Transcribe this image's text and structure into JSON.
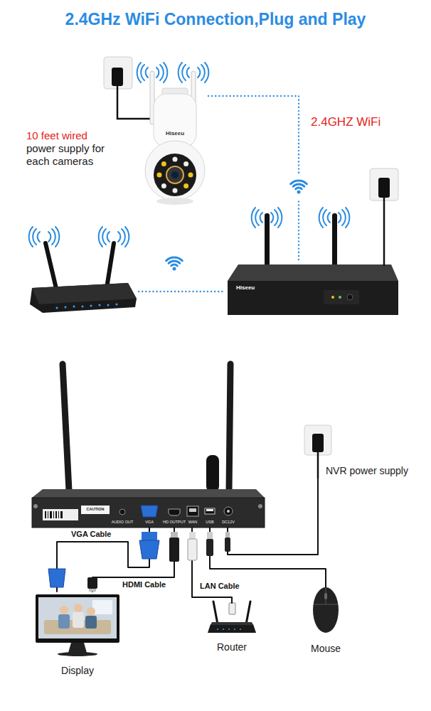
{
  "diagram": {
    "title": "2.4GHz WiFi Connection,Plug and Play",
    "nodes": [
      {
        "text": [
          "Hiseeu"
        ]
      },
      {
        "text": [
          "Hiseeu"
        ]
      },
      {
        "text": [
          "NVR power supply"
        ]
      },
      {
        "text": [
          "CAUTION",
          "AUDIO OUT",
          "VGA",
          "HD OUTPUT",
          "WAN",
          "USB",
          "DC12V"
        ]
      },
      {
        "text": [
          "Display"
        ]
      },
      {
        "text": [
          "Router"
        ]
      },
      {
        "text": [
          "Mouse"
        ]
      }
    ],
    "edges": [
      {
        "from": 0,
        "to": 1,
        "arrow": "none"
      },
      {
        "from": 3,
        "to": 4,
        "label": "VGA Cable",
        "arrow": "none"
      },
      {
        "from": 3,
        "to": 4,
        "label": "HDMI Cable",
        "arrow": "none"
      },
      {
        "from": 3,
        "to": 5,
        "label": "LAN Cable",
        "arrow": "none"
      },
      {
        "from": 3,
        "to": 6,
        "arrow": "none"
      },
      {
        "from": 3,
        "to": 2,
        "arrow": "none"
      }
    ],
    "labels": [
      "10 feet wired",
      "power supply for each cameras",
      "2.4GHZ WiFi"
    ]
  }
}
